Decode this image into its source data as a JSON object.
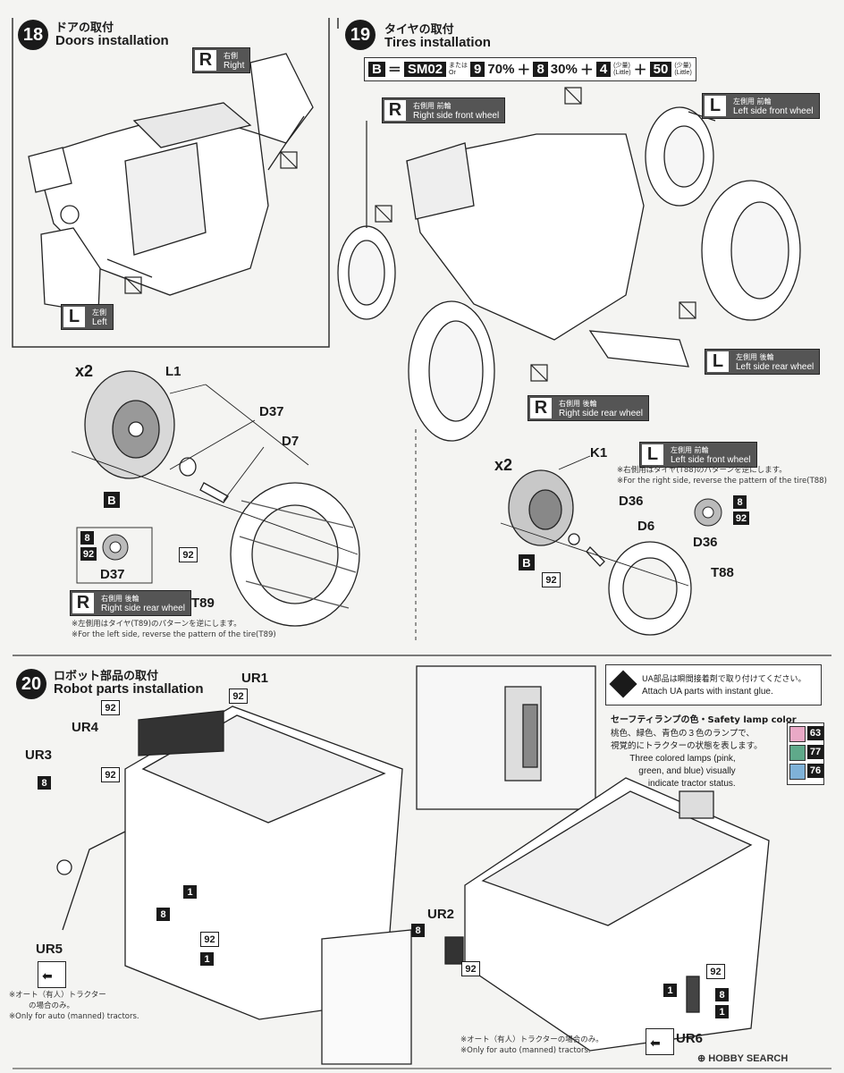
{
  "step18": {
    "num": "18",
    "ja": "ドアの取付",
    "en": "Doors installation",
    "tag_right": {
      "letter": "R",
      "ja": "右側",
      "en": "Right"
    },
    "tag_left": {
      "letter": "L",
      "ja": "左側",
      "en": "Left"
    }
  },
  "step19": {
    "num": "19",
    "ja": "タイヤの取付",
    "en": "Tires installation",
    "mix": {
      "b": "B",
      "eq": "＝",
      "sm": "SM02",
      "or_ja": "または",
      "or_en": "Or",
      "c1": "9",
      "p1": "70%",
      "plus": "＋",
      "c2": "8",
      "p2": "30%",
      "c3": "4",
      "s3a": "(少量)",
      "s3b": "(Little)",
      "c4": "50",
      "s4a": "(少量)",
      "s4b": "(Little)"
    },
    "tag_rf": {
      "letter": "R",
      "ja": "右側用 前輪",
      "en": "Right side front wheel"
    },
    "tag_lf": {
      "letter": "L",
      "ja": "左側用 前輪",
      "en": "Left side front wheel"
    },
    "tag_lr": {
      "letter": "L",
      "ja": "左側用 後輪",
      "en": "Left side rear wheel"
    },
    "tag_rr": {
      "letter": "R",
      "ja": "右側用 後輪",
      "en": "Right side rear wheel"
    }
  },
  "rear": {
    "x": "x2",
    "L1": "L1",
    "D37": "D37",
    "D7": "D7",
    "B": "B",
    "c8": "8",
    "c92": "92",
    "D37b": "D37",
    "n92": "92",
    "T89": "T89",
    "tag": {
      "letter": "R",
      "ja": "右側用 後輪",
      "en": "Right side rear wheel"
    },
    "note_ja": "※左側用はタイヤ(T89)のパターンを逆にします。",
    "note_en": "※For the left side, reverse the pattern of the tire(T89)"
  },
  "front": {
    "x": "x2",
    "K1": "K1",
    "D36": "D36",
    "D6": "D6",
    "B": "B",
    "c8": "8",
    "c92": "92",
    "D36b": "D36",
    "n92": "92",
    "T88": "T88",
    "tag": {
      "letter": "L",
      "ja": "左側用 前輪",
      "en": "Left side front wheel"
    },
    "note_ja": "※右側用はタイヤ(T88)のパターンを逆にします。",
    "note_en": "※For the right side, reverse the pattern of the tire(T88)"
  },
  "step20": {
    "num": "20",
    "ja": "ロボット部品の取付",
    "en": "Robot parts installation",
    "UR1": "UR1",
    "UR4": "UR4",
    "UR3": "UR3",
    "UR5": "UR5",
    "UR2": "UR2",
    "UR6": "UR6",
    "c92": "92",
    "c8": "8",
    "c1": "1",
    "note_ja": "※オート（有人）トラクター",
    "note_ja2": "の場合のみ。",
    "note_en": "※Only for auto (manned) tractors.",
    "note2_ja": "※オート（有人）トラクターの場合のみ。",
    "note2_en": "※Only for auto (manned) tractors."
  },
  "info": {
    "ua_ja": "UA部品は瞬間接着剤で取り付けてください。",
    "ua_en": "Attach UA parts with instant glue.",
    "lamp_title": "セーフティランプの色・Safety lamp color",
    "lamp_ja1": "桃色、緑色、青色の３色のランプで、",
    "lamp_ja2": "視覚的にトラクターの状態を表します。",
    "lamp_en1": "Three colored lamps (pink,",
    "lamp_en2": "green, and blue) visually",
    "lamp_en3": "indicate tractor status.",
    "swatches": [
      {
        "code": "63",
        "color": "#e9a9c6"
      },
      {
        "code": "77",
        "color": "#5fa98a"
      },
      {
        "code": "76",
        "color": "#7fb2d8"
      }
    ]
  },
  "watermark": {
    "brand": "HOBBY SEARCH"
  }
}
